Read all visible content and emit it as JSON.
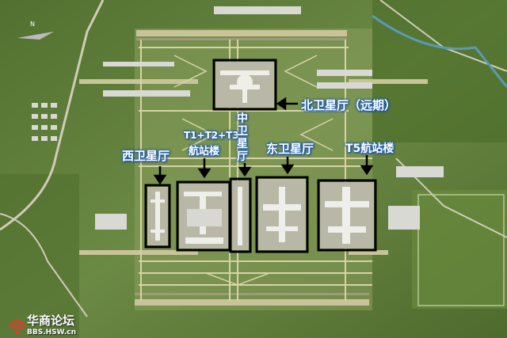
{
  "labels": {
    "north_satellite": "北卫星厅（远期）",
    "west_satellite": "西卫星厅",
    "t123_line1": "T1+T2+T3",
    "t123_line2": "航站楼",
    "central_satellite": [
      "中",
      "卫",
      "星",
      "厅"
    ],
    "east_satellite": "东卫星厅",
    "t5": "T5航站楼",
    "north_letter": "N"
  },
  "watermark": {
    "title": "华商论坛",
    "url": "BBS.HSW.cn"
  },
  "icons": [
    "north-arrow-icon",
    "arrow-down-icon",
    "arrow-left-icon",
    "watermark-logo-icon"
  ],
  "colors": {
    "box_outline": "#000000",
    "label_glow": "#1d5fb5",
    "grass": "#5f7a3c",
    "taxiway": "#c9c39a",
    "terminal": "#e8e8e4"
  }
}
